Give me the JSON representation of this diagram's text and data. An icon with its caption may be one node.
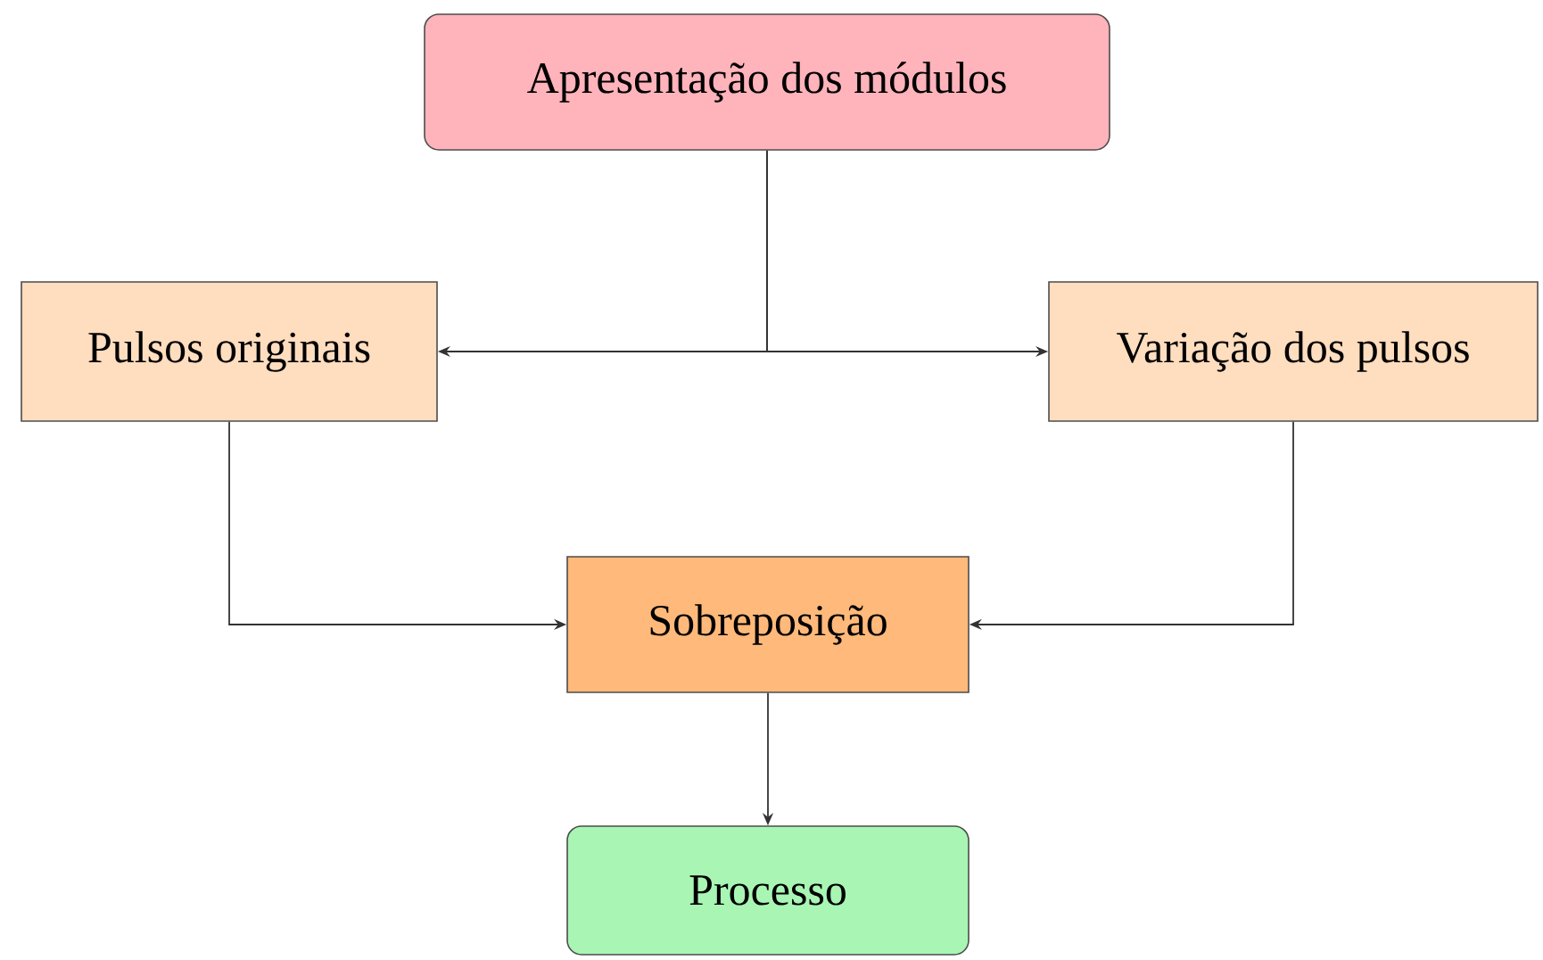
{
  "diagram": {
    "nodes": [
      {
        "text": [
          "Apresentação dos módulos"
        ]
      },
      {
        "text": [
          "Pulsos originais"
        ]
      },
      {
        "text": [
          "Variação dos pulsos"
        ]
      },
      {
        "text": [
          "Sobreposição"
        ]
      },
      {
        "text": [
          "Processo"
        ]
      }
    ],
    "edges": [
      {
        "from": 0,
        "to": 1,
        "arrow": "to"
      },
      {
        "from": 0,
        "to": 2,
        "arrow": "to"
      },
      {
        "from": 1,
        "to": 3,
        "arrow": "to"
      },
      {
        "from": 2,
        "to": 3,
        "arrow": "to"
      },
      {
        "from": 3,
        "to": 4,
        "arrow": "to"
      }
    ]
  }
}
